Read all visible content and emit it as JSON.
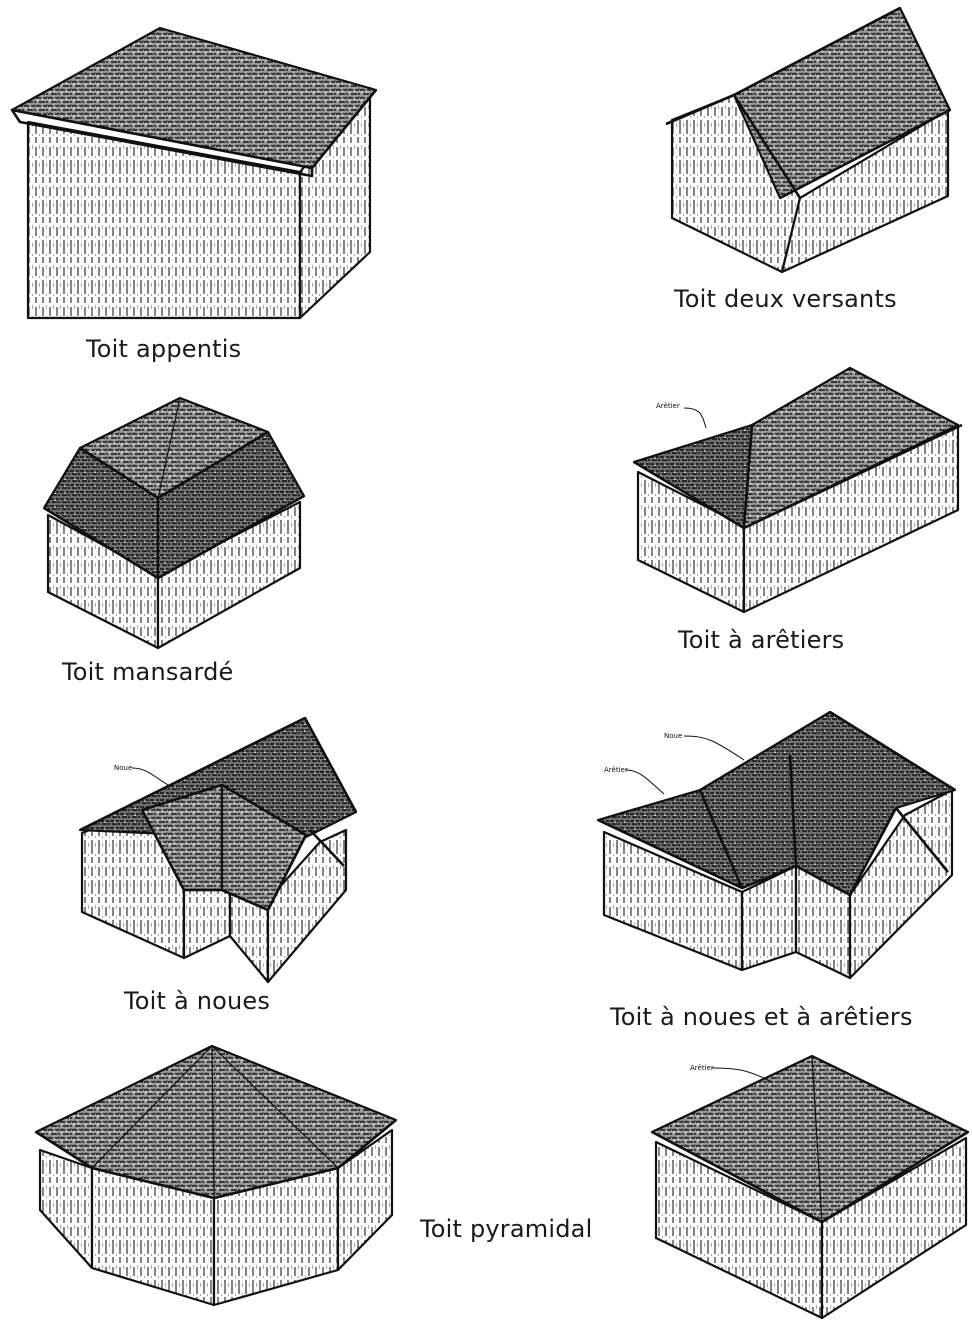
{
  "captions": {
    "appentis": "Toit appentis",
    "deux_versants": "Toit deux versants",
    "mansarde": "Toit mansardé",
    "aretiers": "Toit à arêtiers",
    "noues": "Toit à noues",
    "noues_aretiers": "Toit à noues et à arêtiers",
    "pyramidal": "Toit pyramidal"
  },
  "labels": {
    "aretier_1": "Arêtier",
    "noue_1": "Noue",
    "noue_2": "Noue",
    "aretier_2": "Arêtier",
    "aretier_3": "Arêtier"
  }
}
